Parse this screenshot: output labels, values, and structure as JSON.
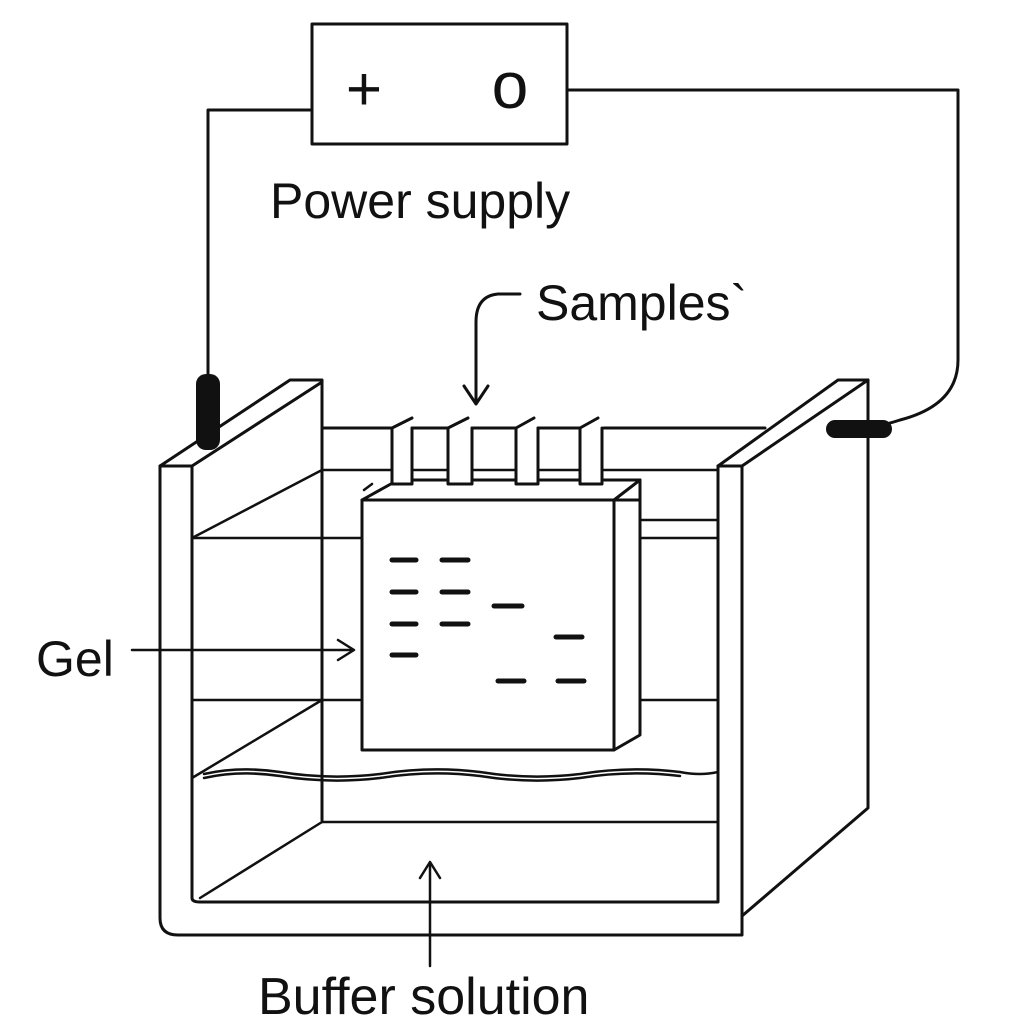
{
  "power_supply": {
    "positive_symbol": "+",
    "negative_symbol": "o",
    "label": "Power supply"
  },
  "labels": {
    "samples": "Samples`",
    "gel": "Gel",
    "buffer": "Buffer solution"
  },
  "gel_bands": {
    "lane_count": 4,
    "bands_per_lane": [
      4,
      3,
      2,
      2
    ]
  },
  "colors": {
    "stroke": "#111111",
    "background": "#ffffff"
  }
}
